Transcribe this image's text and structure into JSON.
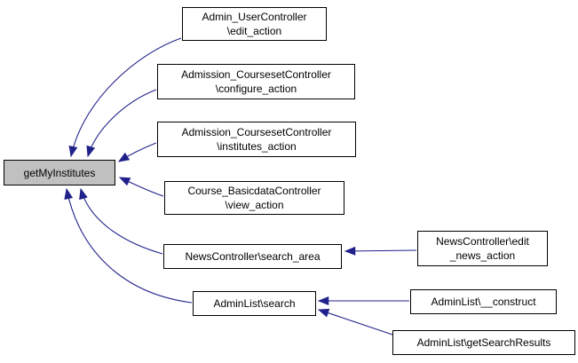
{
  "diagram": {
    "kind": "doxygen-caller-graph",
    "focus_function": "getMyInstitutes",
    "colors": {
      "edge-color": "#21218c",
      "node-border": "#000000",
      "node-fill": "#ffffff",
      "focus-fill": "#c0c0c0",
      "text-color": "#000000",
      "bg": "#ffffff"
    },
    "nodes": [
      {
        "id": "getMyInstitutes",
        "label": "getMyInstitutes",
        "lines": [
          "getMyInstitutes"
        ],
        "focus": true
      },
      {
        "id": "admin-user-edit-action",
        "label": "Admin_UserController\\edit_action",
        "lines": [
          "Admin_UserController",
          "\\edit_action"
        ]
      },
      {
        "id": "admission-courseset-configure-action",
        "label": "Admission_CoursesetController\\configure_action",
        "lines": [
          "Admission_CoursesetController",
          "\\configure_action"
        ]
      },
      {
        "id": "admission-courseset-institutes-action",
        "label": "Admission_CoursesetController\\institutes_action",
        "lines": [
          "Admission_CoursesetController",
          "\\institutes_action"
        ]
      },
      {
        "id": "course-basicdata-view-action",
        "label": "Course_BasicdataController\\view_action",
        "lines": [
          "Course_BasicdataController",
          "\\view_action"
        ]
      },
      {
        "id": "newscontroller-search-area",
        "label": "NewsController\\search_area",
        "lines": [
          "NewsController\\search_area"
        ]
      },
      {
        "id": "adminlist-search",
        "label": "AdminList\\search",
        "lines": [
          "AdminList\\search"
        ]
      },
      {
        "id": "newscontroller-edit-news-action",
        "label": "NewsController\\edit_news_action",
        "lines": [
          "NewsController\\edit",
          "_news_action"
        ]
      },
      {
        "id": "adminlist-construct",
        "label": "AdminList\\__construct",
        "lines": [
          "AdminList\\__construct"
        ]
      },
      {
        "id": "adminlist-getsearchresults",
        "label": "AdminList\\getSearchResults",
        "lines": [
          "AdminList\\getSearchResults"
        ]
      }
    ],
    "edges": [
      {
        "from": "Admin_UserController\\edit_action",
        "to": "getMyInstitutes"
      },
      {
        "from": "Admission_CoursesetController\\configure_action",
        "to": "getMyInstitutes"
      },
      {
        "from": "Admission_CoursesetController\\institutes_action",
        "to": "getMyInstitutes"
      },
      {
        "from": "Course_BasicdataController\\view_action",
        "to": "getMyInstitutes"
      },
      {
        "from": "NewsController\\search_area",
        "to": "getMyInstitutes"
      },
      {
        "from": "AdminList\\search",
        "to": "getMyInstitutes"
      },
      {
        "from": "NewsController\\edit_news_action",
        "to": "NewsController\\search_area"
      },
      {
        "from": "AdminList\\__construct",
        "to": "AdminList\\search"
      },
      {
        "from": "AdminList\\getSearchResults",
        "to": "AdminList\\search"
      }
    ]
  }
}
